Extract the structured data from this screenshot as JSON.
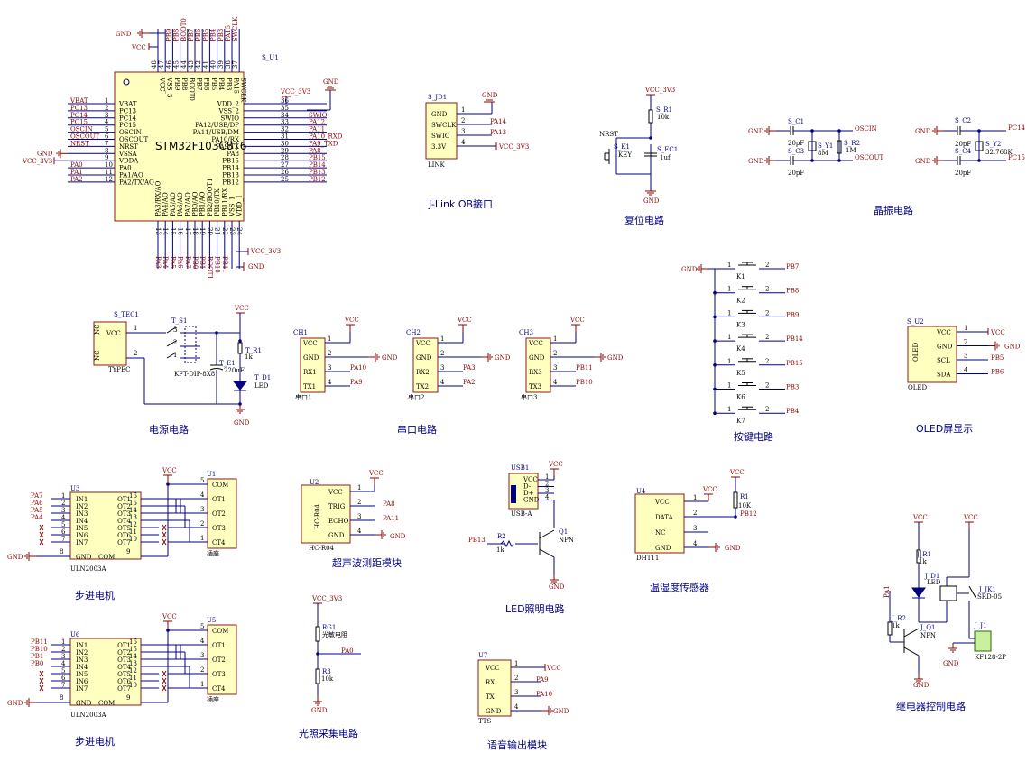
{
  "mcu": {
    "ref": "S_U1",
    "part": "STM32F103C8T6",
    "left_pins": [
      {
        "n": "1",
        "name": "VBAT",
        "net": "VBAT"
      },
      {
        "n": "2",
        "name": "PC13",
        "net": "PC13"
      },
      {
        "n": "3",
        "name": "PC14",
        "net": "PC14"
      },
      {
        "n": "4",
        "name": "PC15",
        "net": "PC15"
      },
      {
        "n": "5",
        "name": "OSCIN",
        "net": "OSCIN"
      },
      {
        "n": "6",
        "name": "OSCOUT",
        "net": "OSCOUT"
      },
      {
        "n": "7",
        "name": "NRST",
        "net": "NRST"
      },
      {
        "n": "8",
        "name": "VSSA",
        "net": "GND"
      },
      {
        "n": "9",
        "name": "VDDA",
        "net": "VCC_3V3"
      },
      {
        "n": "10",
        "name": "PA0",
        "net": "PA0"
      },
      {
        "n": "11",
        "name": "PA1/AO",
        "net": "PA1"
      },
      {
        "n": "12",
        "name": "PA2/TX/AO",
        "net": "PA2"
      }
    ],
    "right_pins": [
      {
        "n": "36",
        "name": "VDD_2",
        "net": ""
      },
      {
        "n": "35",
        "name": "VSS_2",
        "net": ""
      },
      {
        "n": "34",
        "name": "SWIO",
        "net": "SWIO"
      },
      {
        "n": "33",
        "name": "PA12/USB/DP",
        "net": "PA12"
      },
      {
        "n": "32",
        "name": "PA11/USB/DM",
        "net": "PA11"
      },
      {
        "n": "31",
        "name": "PA10/RX",
        "net": "PA10_RXD"
      },
      {
        "n": "30",
        "name": "PA9/TX",
        "net": "PA9_TXD"
      },
      {
        "n": "29",
        "name": "PA8",
        "net": "PA8"
      },
      {
        "n": "28",
        "name": "PB15",
        "net": "PB15"
      },
      {
        "n": "27",
        "name": "PB14",
        "net": "PB14"
      },
      {
        "n": "26",
        "name": "PB13",
        "net": "PB13"
      },
      {
        "n": "25",
        "name": "PB12",
        "net": "PB12"
      }
    ],
    "top_pins": [
      {
        "n": "48",
        "name": "VCC",
        "net": "VCC"
      },
      {
        "n": "47",
        "name": "VSS_3",
        "net": "GND"
      },
      {
        "n": "46",
        "name": "PB9",
        "net": "PB9"
      },
      {
        "n": "45",
        "name": "PB8",
        "net": "PB8"
      },
      {
        "n": "44",
        "name": "BOOT0",
        "net": "BOOT0"
      },
      {
        "n": "43",
        "name": "PB7",
        "net": "PB7"
      },
      {
        "n": "42",
        "name": "PB6",
        "net": "PB6"
      },
      {
        "n": "41",
        "name": "PB5",
        "net": "PB5"
      },
      {
        "n": "40",
        "name": "PB4",
        "net": "PB4"
      },
      {
        "n": "39",
        "name": "PB3",
        "net": "PB3"
      },
      {
        "n": "38",
        "name": "PA15",
        "net": "PA15"
      },
      {
        "n": "37",
        "name": "SWCLK",
        "net": "SWCLK"
      }
    ],
    "bottom_pins": [
      {
        "n": "13",
        "name": "PA3/RX/AO",
        "net": "PA3"
      },
      {
        "n": "14",
        "name": "PA4/AO",
        "net": "PA4"
      },
      {
        "n": "15",
        "name": "PA5/AO",
        "net": "PA5"
      },
      {
        "n": "16",
        "name": "PA6/AO",
        "net": "PA6"
      },
      {
        "n": "17",
        "name": "PA7/AO",
        "net": "PA7"
      },
      {
        "n": "18",
        "name": "PB0/AO",
        "net": "PB0"
      },
      {
        "n": "19",
        "name": "PB1/AO",
        "net": "PB1"
      },
      {
        "n": "20",
        "name": "PB2/BOOT1",
        "net": "BOOT1"
      },
      {
        "n": "21",
        "name": "PB10/TX",
        "net": "PB10"
      },
      {
        "n": "22",
        "name": "PB11/RX",
        "net": "PB11"
      },
      {
        "n": "23",
        "name": "VSS_1",
        "net": ""
      },
      {
        "n": "24",
        "name": "VDD_1",
        "net": ""
      }
    ],
    "nets": {
      "vcc3": "VCC_3V3",
      "gnd": "GND",
      "vcc": "VCC"
    }
  },
  "jlink": {
    "ref": "S_JD1",
    "body": "LINK",
    "title": "J-Link OB接口",
    "pins": [
      {
        "n": "1",
        "name": "GND",
        "net": "GND"
      },
      {
        "n": "2",
        "name": "SWCLK",
        "net": "PA14"
      },
      {
        "n": "3",
        "name": "SWIO",
        "net": "PA13"
      },
      {
        "n": "4",
        "name": "3.3V",
        "net": "VCC_3V3"
      }
    ]
  },
  "reset": {
    "title": "复位电路",
    "vcc": "VCC_3V3",
    "r_ref": "S_R1",
    "r_val": "10k",
    "k_ref": "S_K1",
    "k_val": "KEY",
    "c_ref": "S_EC1",
    "c_val": "1uf",
    "net": "NRST",
    "gnd": "GND"
  },
  "crystal": {
    "title": "晶振电路",
    "gnd": "GND",
    "c1": "S_C1",
    "c1v": "20pF",
    "c3": "S_C3",
    "c3v": "20pF",
    "y1": "S_Y1",
    "y1v": "8M",
    "r2": "S_R2",
    "r2v": "1M",
    "oscin": "OSCIN",
    "oscout": "OSCOUT",
    "c2": "S_C2",
    "c2v": "20pF",
    "c4": "S_C4",
    "c4v": "20pF",
    "y2": "S_Y2",
    "y2v": "32.768K",
    "pc14": "PC14",
    "pc15": "PC15"
  },
  "power": {
    "title": "电源电路",
    "typec_ref": "S_TEC1",
    "typec_body": "TYPEC",
    "nc": "NC",
    "vcc": "VCC",
    "sw_ref": "T_S1",
    "sw_val": "KFT-DIP-8X8",
    "cap_ref": "T_E1",
    "cap_val": "220uF",
    "r_ref": "T_R1",
    "r_val": "1k",
    "led_ref": "T_D1",
    "led_val": "LED",
    "gnd": "GND"
  },
  "uart": {
    "title": "串口电路",
    "boards": [
      {
        "ref": "CH1",
        "body": "串口1",
        "rx": "PA10",
        "tx": "PA9",
        "rxl": "RX1",
        "txl": "TX1"
      },
      {
        "ref": "CH2",
        "body": "串口2",
        "rx": "PA3",
        "tx": "PA2",
        "rxl": "RX2",
        "txl": "TX2"
      },
      {
        "ref": "CH3",
        "body": "串口3",
        "rx": "PB11",
        "tx": "PB10",
        "rxl": "RX3",
        "txl": "TX3"
      }
    ],
    "vcc": "VCC",
    "vccl": "VCC",
    "gnd": "GND",
    "gndl": "GND"
  },
  "keys": {
    "title": "按键电路",
    "gnd": "GND",
    "items": [
      {
        "ref": "K1",
        "net": "PB7"
      },
      {
        "ref": "K2",
        "net": "PB8"
      },
      {
        "ref": "K3",
        "net": "PB9"
      },
      {
        "ref": "K4",
        "net": "PB14"
      },
      {
        "ref": "K5",
        "net": "PB15"
      },
      {
        "ref": "K6",
        "net": "PB3"
      },
      {
        "ref": "K7",
        "net": "PB4"
      }
    ]
  },
  "oled": {
    "title": "OLED屏显示",
    "ref": "S_U2",
    "body": "OLED",
    "pins": [
      {
        "n": "1",
        "name": "VCC",
        "net": "VCC"
      },
      {
        "n": "2",
        "name": "GND",
        "net": "GND"
      },
      {
        "n": "3",
        "name": "SCL",
        "net": "PB5"
      },
      {
        "n": "4",
        "name": "SDA",
        "net": "PB6"
      }
    ]
  },
  "stepper1": {
    "title": "步进电机",
    "ref": "U3",
    "part": "ULN2003A",
    "motor_ref": "U1",
    "motor_body": "插座",
    "vcc": "VCC",
    "gnd": "GND",
    "inputs": [
      {
        "net": "PA7",
        "name": "IN1",
        "n": "1"
      },
      {
        "net": "PA6",
        "name": "IN2",
        "n": "2"
      },
      {
        "net": "PA5",
        "name": "IN3",
        "n": "3"
      },
      {
        "net": "PA4",
        "name": "IN4",
        "n": "4"
      },
      {
        "net": "",
        "name": "IN5",
        "n": "5"
      },
      {
        "net": "",
        "name": "IN6",
        "n": "6"
      },
      {
        "net": "",
        "name": "IN7",
        "n": "7"
      }
    ],
    "outputs": [
      {
        "name": "OT1",
        "n": "16"
      },
      {
        "name": "OT2",
        "n": "15"
      },
      {
        "name": "OT3",
        "n": "14"
      },
      {
        "name": "OT4",
        "n": "13"
      },
      {
        "name": "OT5",
        "n": "12"
      },
      {
        "name": "OT6",
        "n": "11"
      },
      {
        "name": "OT7",
        "n": "10"
      }
    ],
    "gnd_pin": {
      "name": "GND",
      "n": "8"
    },
    "com_pin": {
      "name": "COM",
      "n": "9"
    },
    "motor_pins": [
      {
        "n": "5",
        "name": "COM"
      },
      {
        "n": "4",
        "name": "OT1"
      },
      {
        "n": "3",
        "name": "OT2"
      },
      {
        "n": "2",
        "name": "OT3"
      },
      {
        "n": "1",
        "name": "CT4"
      }
    ]
  },
  "stepper2": {
    "title": "步进电机",
    "ref": "U6",
    "part": "ULN2003A",
    "motor_ref": "U5",
    "motor_body": "插座",
    "vcc": "VCC",
    "gnd": "GND",
    "inputs": [
      {
        "net": "PB11",
        "name": "IN1",
        "n": "1"
      },
      {
        "net": "PB10",
        "name": "IN2",
        "n": "2"
      },
      {
        "net": "PB1",
        "name": "IN3",
        "n": "3"
      },
      {
        "net": "PB0",
        "name": "IN4",
        "n": "4"
      },
      {
        "net": "",
        "name": "IN5",
        "n": "5"
      },
      {
        "net": "",
        "name": "IN6",
        "n": "6"
      },
      {
        "net": "",
        "name": "IN7",
        "n": "7"
      }
    ],
    "outputs": [
      {
        "name": "OT1",
        "n": "16"
      },
      {
        "name": "OT2",
        "n": "15"
      },
      {
        "name": "OT3",
        "n": "14"
      },
      {
        "name": "OT4",
        "n": "13"
      },
      {
        "name": "OT5",
        "n": "12"
      },
      {
        "name": "OT6",
        "n": "11"
      },
      {
        "name": "OT7",
        "n": "10"
      }
    ],
    "gnd_pin": {
      "name": "GND",
      "n": "8"
    },
    "com_pin": {
      "name": "COM",
      "n": "9"
    },
    "motor_pins": [
      {
        "n": "5",
        "name": "COM"
      },
      {
        "n": "4",
        "name": "OT1"
      },
      {
        "n": "3",
        "name": "OT2"
      },
      {
        "n": "2",
        "name": "OT3"
      },
      {
        "n": "1",
        "name": "CT4"
      }
    ]
  },
  "ultrasonic": {
    "title": "超声波测距模块",
    "ref": "U2",
    "part": "HC-R04",
    "body": "HC-R04",
    "vcc": "VCC",
    "gnd": "GND",
    "pins": [
      {
        "n": "1",
        "name": "VCC",
        "net": ""
      },
      {
        "n": "2",
        "name": "TRIG",
        "net": "PA8"
      },
      {
        "n": "3",
        "name": "ECHO",
        "net": "PA11"
      },
      {
        "n": "4",
        "name": "GND",
        "net": ""
      }
    ]
  },
  "led_light": {
    "title": "LED照明电路",
    "usb_ref": "USB1",
    "usb_val": "USB-A",
    "usb_body": "USB-A",
    "usb_pins": [
      {
        "n": "1",
        "name": "VCC"
      },
      {
        "n": "2",
        "name": "D-"
      },
      {
        "n": "3",
        "name": "D+"
      },
      {
        "n": "4",
        "name": "GND"
      }
    ],
    "r_ref": "R2",
    "r_val": "1k",
    "q_ref": "Q1",
    "q_val": "NPN",
    "net": "PB13",
    "vcc": "VCC",
    "gnd": "GND"
  },
  "dht": {
    "title": "温湿度传感器",
    "ref": "U4",
    "part": "DHT11",
    "r_ref": "R1",
    "r_val": "10K",
    "vcc": "VCC",
    "gnd": "GND",
    "net": "PB12",
    "pins": [
      {
        "n": "1",
        "name": "VCC"
      },
      {
        "n": "2",
        "name": "DATA"
      },
      {
        "n": "3",
        "name": "NC"
      },
      {
        "n": "4",
        "name": "GND"
      }
    ]
  },
  "relay": {
    "title": "继电器控制电路",
    "vcc": "VCC",
    "gnd": "GND",
    "net": "PA1",
    "r1": "J_R1",
    "r1v": "1k",
    "d1": "J_D1",
    "d1v": "LED",
    "jk": "J_JK1",
    "jkv": "SRD-05",
    "r2": "J_R2",
    "r2v": "1k",
    "q": "J_Q1",
    "qv": "NPN",
    "j1": "J_J1",
    "j1v": "KF128-2P"
  },
  "light": {
    "title": "光照采集电路",
    "vcc": "VCC_3V3",
    "rg_ref": "RG1",
    "rg_val": "光敏电阻",
    "r_ref": "R3",
    "r_val": "10k",
    "net": "PA0",
    "gnd": "GND"
  },
  "tts": {
    "title": "语音输出模块",
    "ref": "U7",
    "part": "TTS",
    "vcc": "VCC",
    "gnd": "GND",
    "pins": [
      {
        "n": "1",
        "name": "VCC",
        "net": ""
      },
      {
        "n": "2",
        "name": "RX",
        "net": "PA9"
      },
      {
        "n": "3",
        "name": "TX",
        "net": "PA10"
      },
      {
        "n": "4",
        "name": "GND",
        "net": ""
      }
    ]
  }
}
